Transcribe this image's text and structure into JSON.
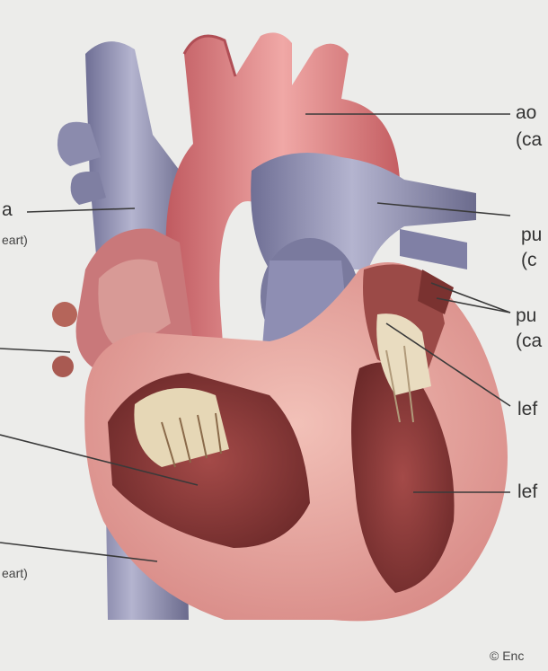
{
  "labels": {
    "aorta_line1": "ao",
    "aorta_line2": "(ca",
    "pulm_artery_line1": "pu",
    "pulm_artery_line2": "(c",
    "pulm_veins_line1": "pu",
    "pulm_veins_line2": "(ca",
    "left_atrium": "lef",
    "left_ventricle": "lef",
    "sup_vena_cava_line1": "a",
    "sup_vena_cava_line2": "eart)",
    "inf_vena_cava_line2": "eart)",
    "copyright": "© Enc"
  },
  "colors": {
    "background": "#ececea",
    "vein_blue": "#8f8fb0",
    "aorta_red": "#d9767a",
    "muscle_pink": "#e7a6a0",
    "chamber_dark": "#8a3b3a",
    "valve_cream": "#e9dcc0",
    "leader_line": "#3a3a3a"
  }
}
